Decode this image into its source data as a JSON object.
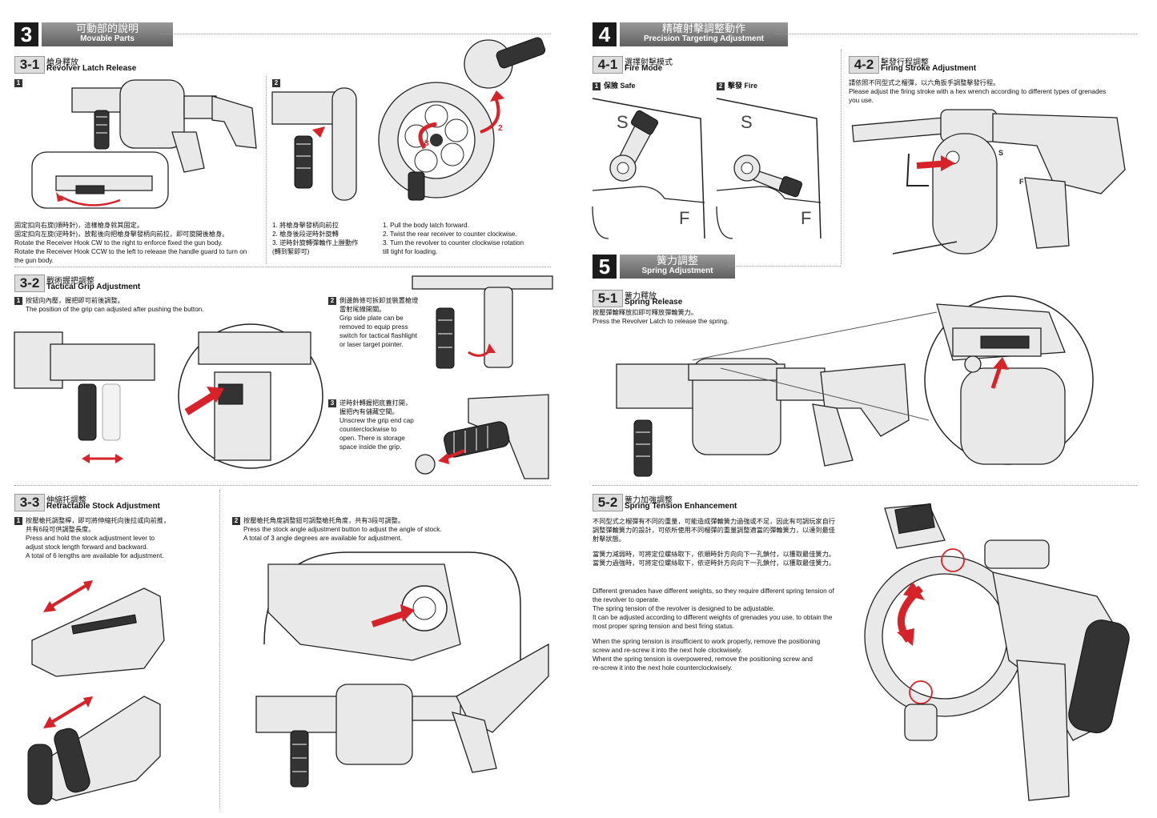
{
  "s3": {
    "num": "3",
    "zh": "可動部的說明",
    "en": "Movable Parts"
  },
  "s31": {
    "num": "3-1",
    "zh": "槍身釋放",
    "en": "Revolver Latch Release",
    "step1": "1",
    "step2": "2",
    "textA": [
      "固定扣向右旋(順時針)，這樣槍身就其固定。",
      "固定扣向左旋(逆時針)，放鬆後向把槍身擊發柄向前拉，即可旋開後槍身。",
      "Rotate the Receiver Hook CW to the right to enforce fixed the gun body.",
      "Rotate the Receiver Hook CCW to the left to release the handle guard to turn on",
      "the gun body."
    ],
    "textB": [
      "1. 將槍身擊發柄向前拉",
      "2. 槍身後段逆時針旋轉",
      "3. 逆時針旋轉彈輪作上膛動作",
      "(轉到緊即可)"
    ],
    "textC": [
      "1. Pull the body latch forward.",
      "2. Twist the rear receiver to counter clockwise.",
      "3. Turn the revolver to counter clockwise rotation",
      "    till tight for loading."
    ],
    "lbl1": "1",
    "lbl2": "2"
  },
  "s32": {
    "num": "3-2",
    "zh": "戰術握把調整",
    "en": "Tactical Grip Adjustment",
    "step1": "1",
    "step2": "2",
    "step3": "3",
    "t1zh": "按鈕向內壓，握把即可前後調整。",
    "t1en": "The position of the grip can adjusted after pushing the button.",
    "t2": [
      "側邊飾條可拆卸並裝置槍燈",
      "雷射尾線開關。",
      "Grip side plate can be",
      "removed to equip press",
      "switch for tactical flashlight",
      "or laser target pointer."
    ],
    "t3": [
      "逆時針轉握把底蓋打開，",
      "握把內有儲藏空間。",
      "Unscrew the grip end cap",
      "counterclockwise to",
      "open. There is storage",
      "space inside the grip."
    ]
  },
  "s33": {
    "num": "3-3",
    "zh": "伸縮托調整",
    "en": "Retractable Stock Adjustment",
    "step1": "1",
    "step2": "2",
    "t1": [
      "按壓槍托調整桿，即可將伸縮托向後拉或向前推，",
      "共有6段可供調整長度。",
      "Press and hold the stock adjustment lever to",
      "adjust stock length forward and backward.",
      "A total of 6 lengths are available for adjustment."
    ],
    "t2": [
      "按壓槍托角度調整鈕可調整槍托角度，共有3段可調整。",
      "Press the stock angle adjustment button to adjust the angle of stock.",
      "A total of 3 angle degrees are available for adjustment."
    ]
  },
  "s4": {
    "num": "4",
    "zh": "精確射擊調整動作",
    "en": "Precision Targeting Adjustment"
  },
  "s41": {
    "num": "4-1",
    "zh": "選擇射擊模式",
    "en": "Fire Mode",
    "step1": "1",
    "step2": "2",
    "safe": "保險  Safe",
    "fire": "擊發  Fire",
    "S": "S",
    "F": "F"
  },
  "s42": {
    "num": "4-2",
    "zh": "擊發行程調整",
    "en": "Firing Stroke Adjustment",
    "t": [
      "請依照不同型式之榴彈，以六角扳手調整擊發行程。",
      "Please adjust the firing stroke with a hex wrench according to different types of grenades",
      "you use."
    ],
    "F": "F",
    "S": "S"
  },
  "s5": {
    "num": "5",
    "zh": "簧力調整",
    "en": "Spring Adjustment"
  },
  "s51": {
    "num": "5-1",
    "zh": "簧力釋放",
    "en": "Spring Release",
    "t": [
      "按壓彈輪釋放扣即可釋放彈輪簧力。",
      "Press the Revolver Latch to release the spring."
    ]
  },
  "s52": {
    "num": "5-2",
    "zh": "簧力加強調整",
    "en": "Spring Tension Enhancement",
    "tzh": [
      "不同型式之榴彈有不同的重量，可能造成彈輪簧力過強或不足，因此有可調玩家自行",
      "調整彈輪簧力的設計，可依所使用不同榴彈的重量調整適當的彈輪簧力，以達到最佳",
      "射擊狀態。",
      "當簧力減弱時，可將定位螺絲取下，依順時針方向向下一孔鎖付，以獲取最佳簧力。",
      "當簧力過強時，可將定位螺絲取下，依逆時針方向向下一孔鎖付，以獲取最佳簧力。"
    ],
    "ten": [
      "Different grenades have different weights, so they require different spring tension of",
      "the revolver to operate.",
      "The spring tension of the revolver is designed to be adjustable.",
      "It can be adjusted according to different weights of grenades you use, to obtain the",
      "most proper spring tension and best firing status.",
      "",
      "When the spring tension is insufficient to work properly, remove the positioning",
      "screw and re-screw it into the next hole clockwisely.",
      "Whent the spring tension is overpowered, remove the positioning screw and",
      "re-screw it into the next hole counterclockwisely."
    ]
  }
}
